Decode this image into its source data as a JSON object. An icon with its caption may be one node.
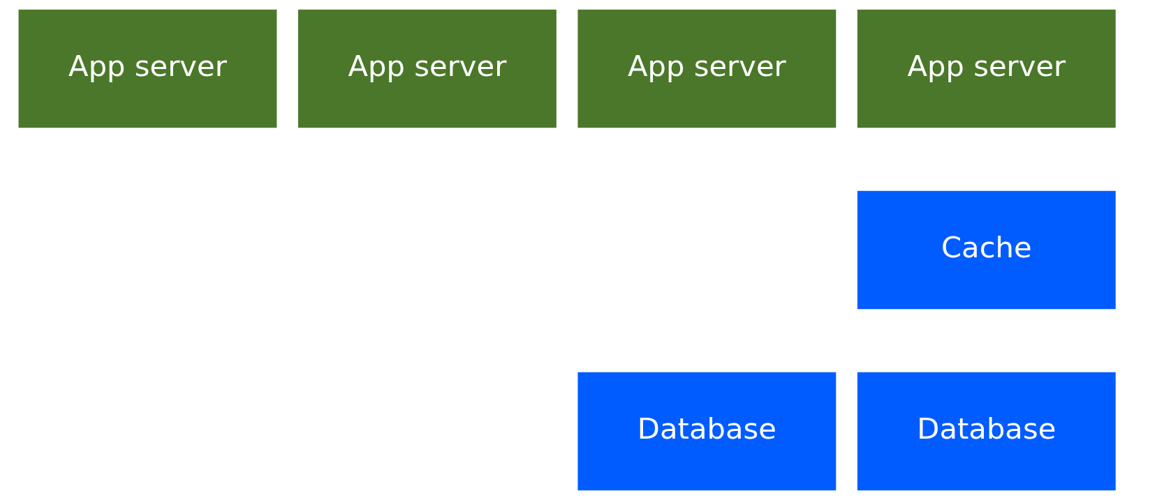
{
  "diagram": {
    "nodes": [
      {
        "text": [
          "App server"
        ]
      },
      {
        "text": [
          "App server"
        ]
      },
      {
        "text": [
          "App server"
        ]
      },
      {
        "text": [
          "App server"
        ]
      },
      {
        "text": [
          "Cache"
        ]
      },
      {
        "text": [
          "Database"
        ]
      },
      {
        "text": [
          "Database"
        ]
      }
    ]
  }
}
